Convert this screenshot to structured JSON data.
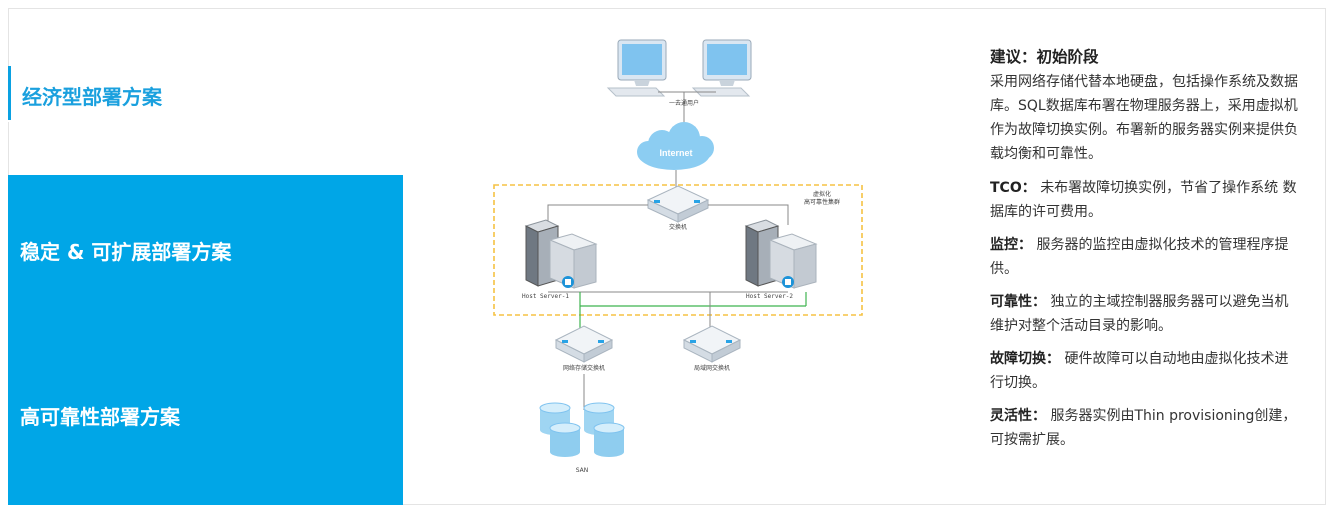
{
  "tabs": {
    "economic": "经济型部署方案",
    "stable": "稳定 & 可扩展部署方案",
    "ha": "高可靠性部署方案"
  },
  "diagram": {
    "clients_label": "一去通用户",
    "internet_label": "Internet",
    "switch_label": "交换机",
    "cluster_label_1": "虚拟化",
    "cluster_label_2": "高可靠性集群",
    "host1_label": "Host Server-1",
    "host2_label": "Host Server-2",
    "storage_switch_label": "网络存储交换机",
    "lan_switch_label": "局域网交换机",
    "san_label": "SAN"
  },
  "info": {
    "title": "建议：初始阶段",
    "intro": "采用网络存储代替本地硬盘，包括操作系统及数据库。SQL数据库布署在物理服务器上，采用虚拟机作为故障切换实例。布署新的服务器实例来提供负载均衡和可靠性。",
    "rows": [
      {
        "label": "TCO：",
        "text": "未布署故障切换实例，节省了操作系统 数据库的许可费用。"
      },
      {
        "label": "监控：",
        "text": "服务器的监控由虚拟化技术的管理程序提供。"
      },
      {
        "label": "可靠性：",
        "text": "独立的主域控制器服务器可以避免当机维护对整个活动目录的影响。"
      },
      {
        "label": "故障切换：",
        "text": "硬件故障可以自动地由虚拟化技术进行切换。"
      },
      {
        "label": "灵活性：",
        "text": "服务器实例由Thin provisioning创建，可按需扩展。"
      }
    ]
  },
  "colors": {
    "accent": "#00a6e7",
    "accent_text": "#1aa0de",
    "cluster_border": "#f5c243",
    "lan_line": "#3fb34f"
  }
}
